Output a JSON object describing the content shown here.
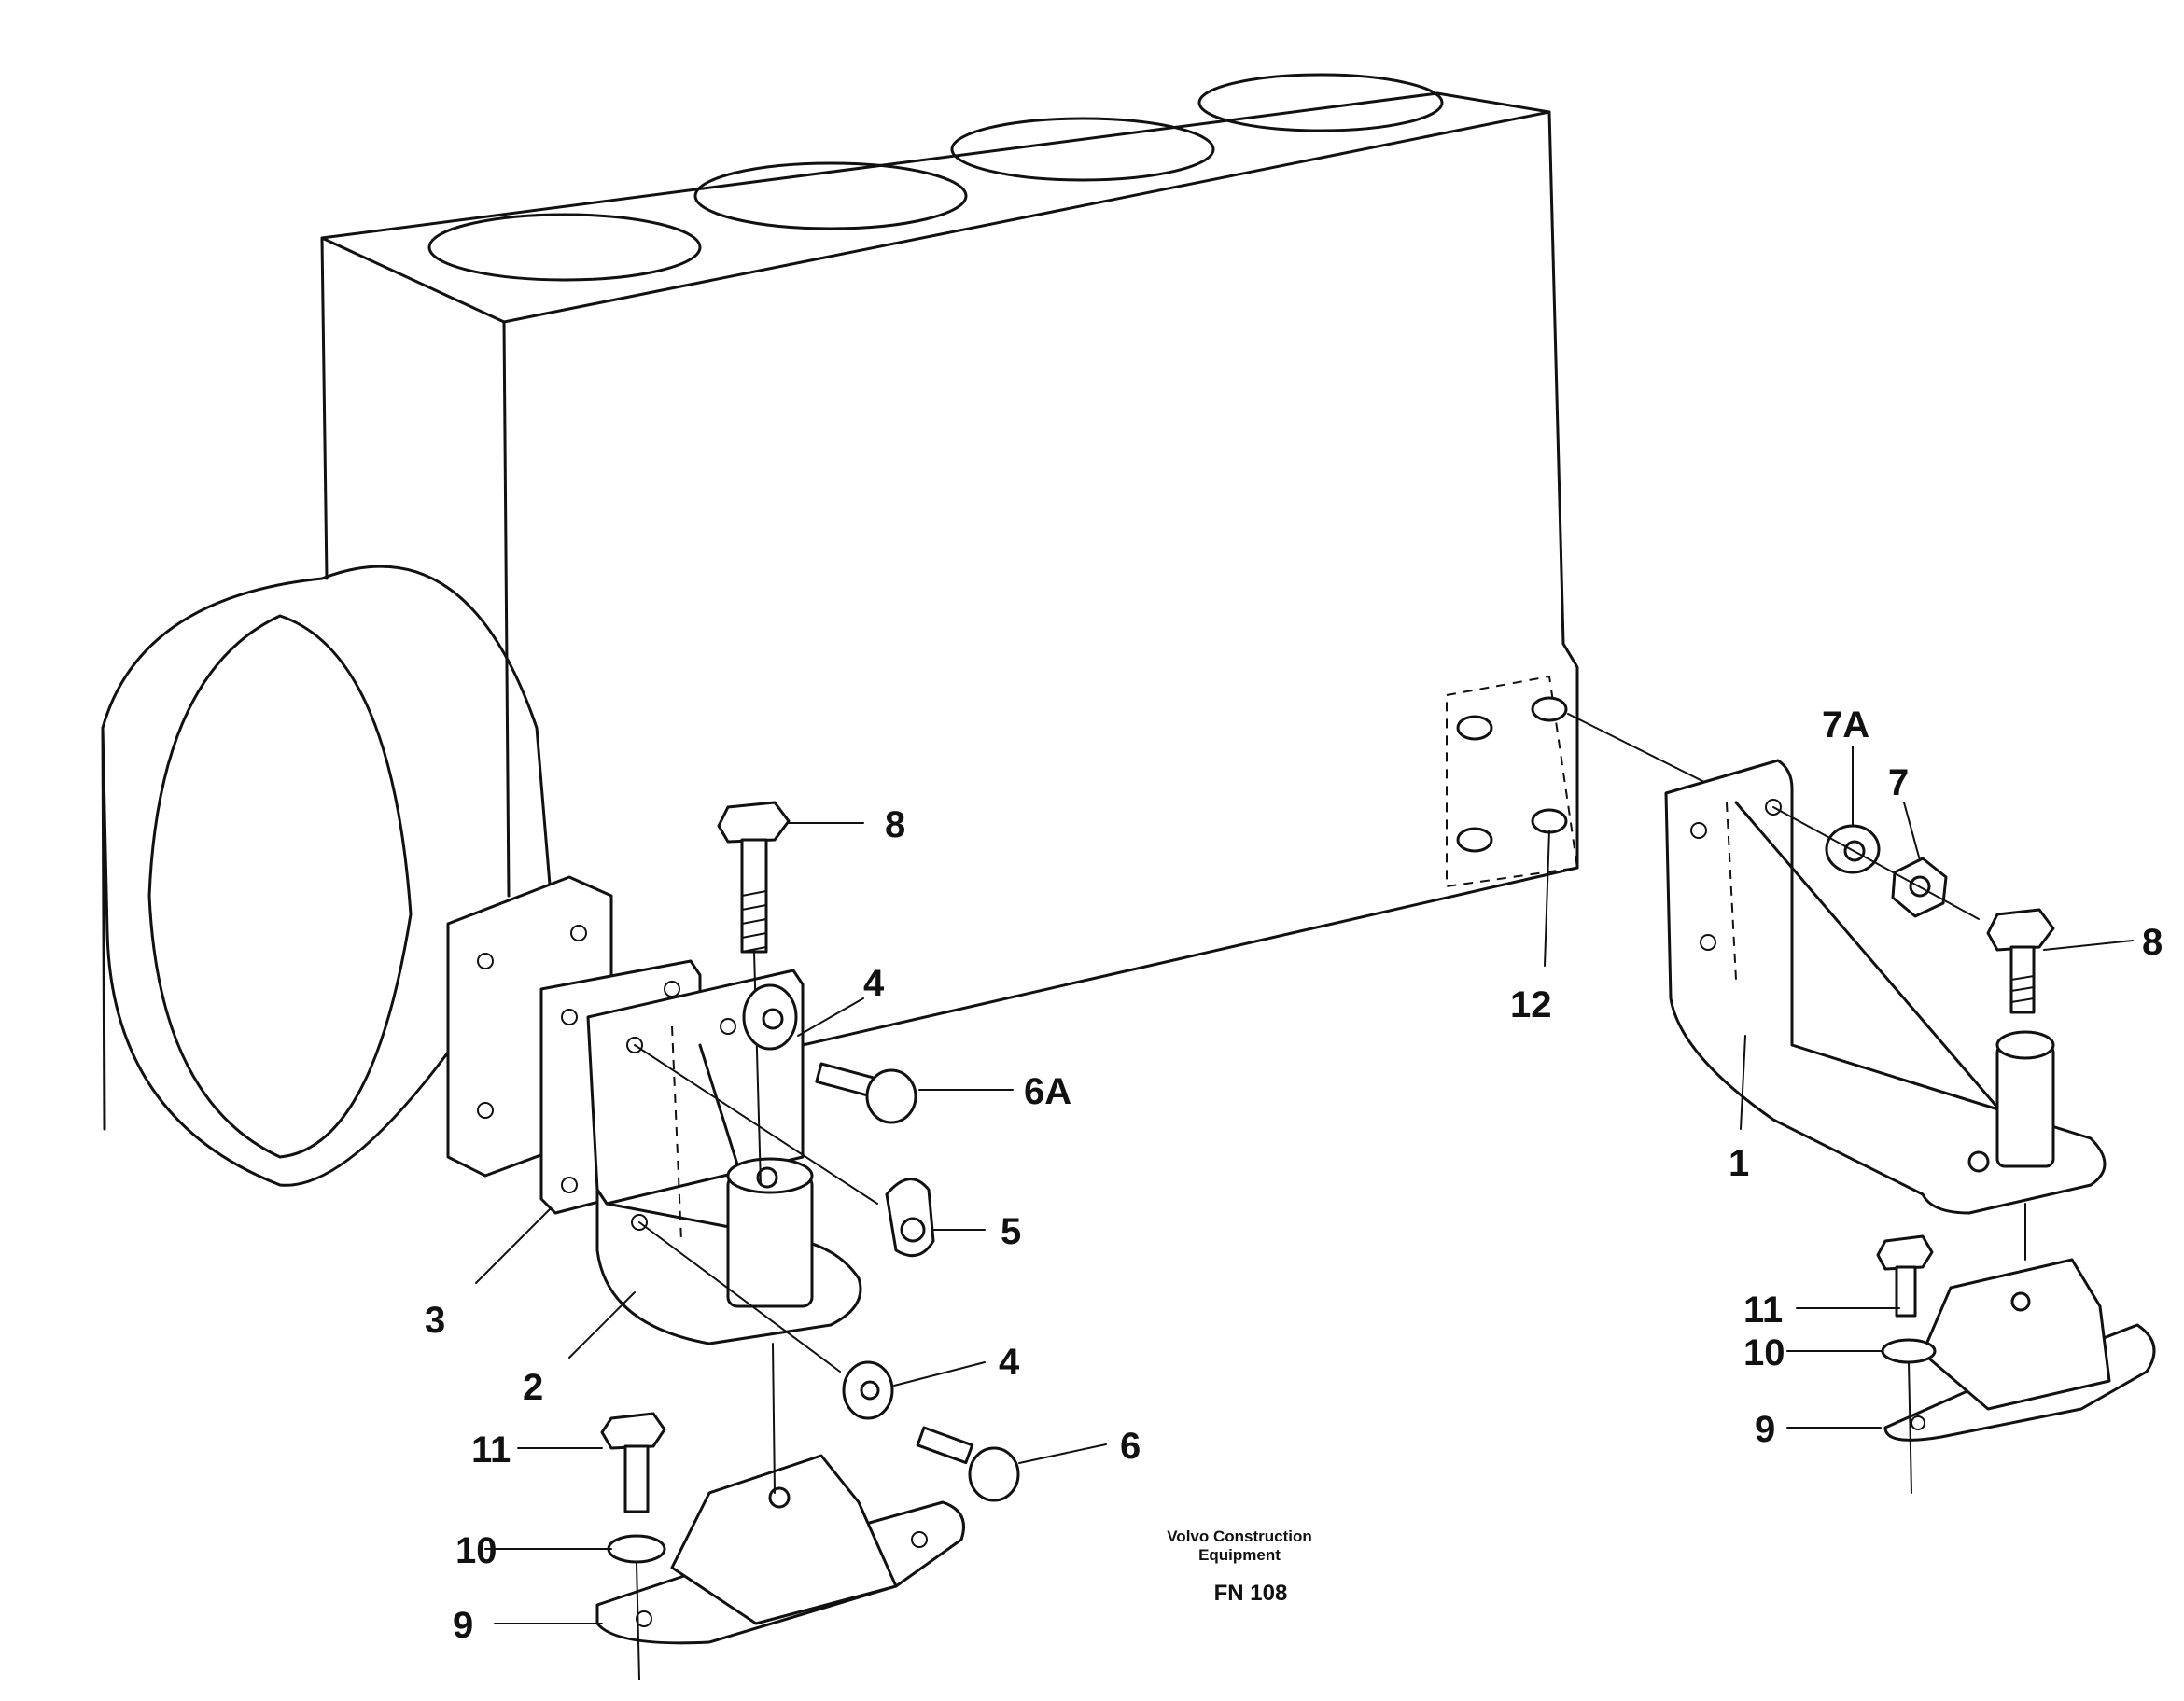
{
  "callouts": {
    "c8_left": "8",
    "c4_upper": "4",
    "c6a": "6A",
    "c5": "5",
    "c4_lower": "4",
    "c6": "6",
    "c3": "3",
    "c2": "2",
    "c11_left": "11",
    "c10_left": "10",
    "c9_left": "9",
    "c12": "12",
    "c7a": "7A",
    "c7": "7",
    "c8_right": "8",
    "c1": "1",
    "c11_right": "11",
    "c10_right": "10",
    "c9_right": "9"
  },
  "caption": {
    "line1": "Volvo Construction",
    "line2": "Equipment",
    "code": "FN 108"
  }
}
